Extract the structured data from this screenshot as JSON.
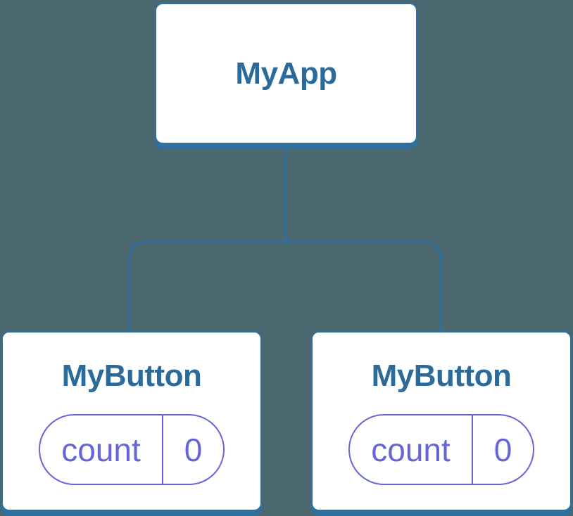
{
  "diagram": {
    "type": "component-tree",
    "colors": {
      "background": "#4b6871",
      "node_border_blue": "#2e709f",
      "node_title_blue": "#2b6b9b",
      "state_purple": "#6765da",
      "node_background": "#ffffff"
    },
    "root": {
      "label": "MyApp"
    },
    "children": [
      {
        "label": "MyButton",
        "state": {
          "name": "count",
          "value": "0"
        }
      },
      {
        "label": "MyButton",
        "state": {
          "name": "count",
          "value": "0"
        }
      }
    ]
  }
}
